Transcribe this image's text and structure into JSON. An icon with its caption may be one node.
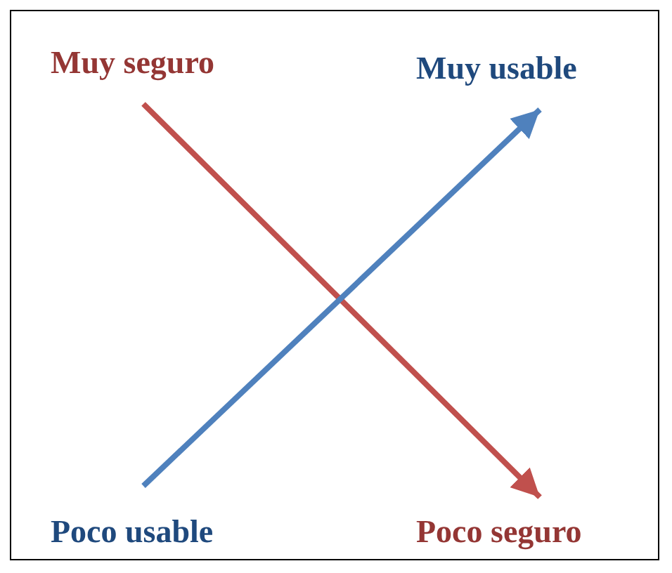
{
  "diagram": {
    "nodes": [
      {
        "text": [
          "Muy seguro"
        ]
      },
      {
        "text": [
          "Muy usable"
        ]
      },
      {
        "text": [
          "Poco usable"
        ]
      },
      {
        "text": [
          "Poco seguro"
        ]
      }
    ],
    "edges": [
      {
        "from": 0,
        "to": 3,
        "arrow": "to",
        "color": "#c0504d"
      },
      {
        "from": 2,
        "to": 1,
        "arrow": "to",
        "color": "#4f81bd"
      }
    ]
  }
}
